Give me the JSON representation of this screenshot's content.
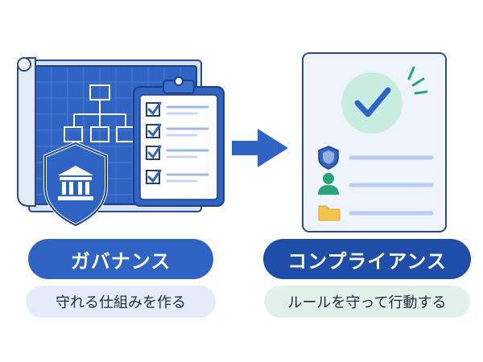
{
  "governance": {
    "title": "ガバナンス",
    "subtitle": "守れる仕組みを作る",
    "checklist_items": 4
  },
  "compliance": {
    "title": "コンプライアンス",
    "subtitle": "ルールを守って行動する",
    "rows": [
      "shield-icon",
      "person-icon",
      "folder-icon"
    ]
  },
  "colors": {
    "primary_blue": "#2f63c4",
    "dark_blue": "#1f4ea8",
    "green_accent": "#27a579",
    "mint": "#c9ece0",
    "light_blue": "#e4ecfa",
    "light_green": "#e1f1ea",
    "folder_yellow": "#f5c44e"
  }
}
